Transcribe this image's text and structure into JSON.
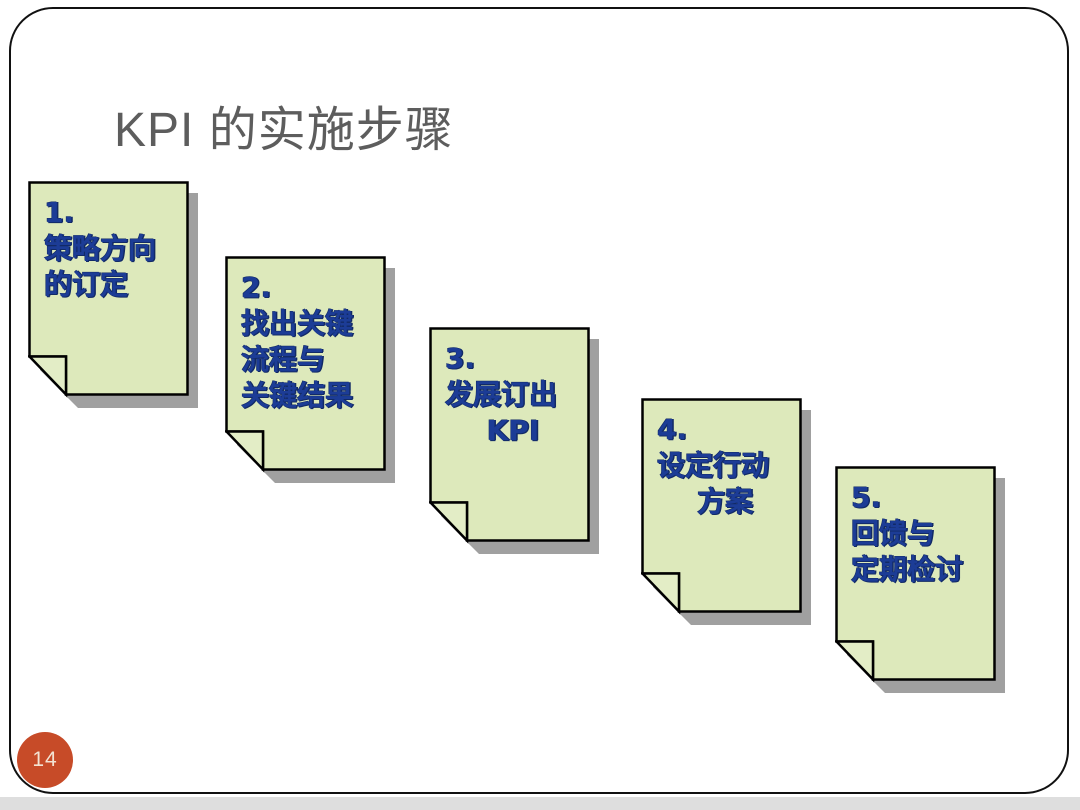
{
  "slide": {
    "title": "KPI 的实施步骤",
    "page_number": "14"
  },
  "steps": [
    {
      "number": "1.",
      "lines": [
        "策略方向",
        "的订定"
      ]
    },
    {
      "number": "2.",
      "lines": [
        "找出关键",
        "流程与",
        "关键结果"
      ]
    },
    {
      "number": "3.",
      "lines": [
        "发展订出",
        "KPI"
      ]
    },
    {
      "number": "4.",
      "lines": [
        "设定行动",
        "方案"
      ]
    },
    {
      "number": "5.",
      "lines": [
        "回馈与",
        "定期检讨"
      ]
    }
  ],
  "colors": {
    "note_fill": "#dde9bb",
    "note_border": "#000000",
    "note_shadow": "#8f8f8f",
    "note_text": "#1c3c96",
    "title_text": "#5d5d5d",
    "badge_fill": "#c74b28",
    "badge_text": "#f3e3d3",
    "frame_border": "#111111",
    "bottom_strip": "#dedede"
  }
}
